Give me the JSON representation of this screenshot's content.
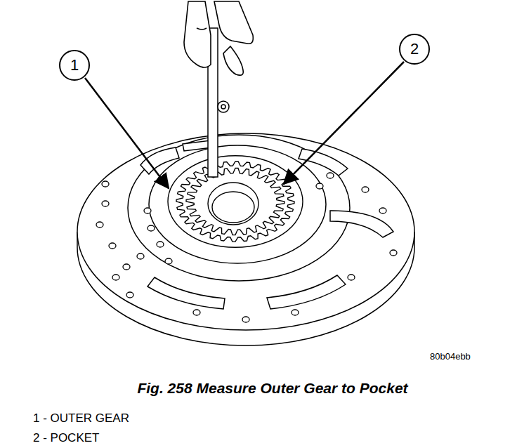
{
  "diagram": {
    "caption": "Fig. 258 Measure Outer Gear to Pocket",
    "nodes": [
      {
        "text": [
          "1"
        ]
      },
      {
        "text": [
          "2"
        ]
      }
    ],
    "labels": [
      "80b04ebb",
      "1 - OUTER GEAR",
      "2 - POCKET"
    ]
  }
}
